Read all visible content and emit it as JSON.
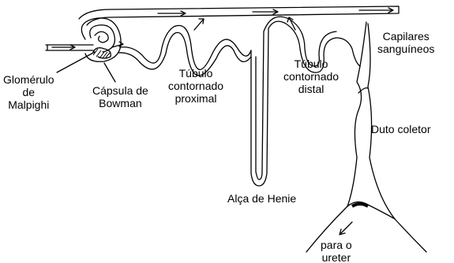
{
  "diagram": {
    "labels": {
      "capilares": [
        "Capilares",
        "sanguíneos"
      ],
      "glomerulo": [
        "Glomérulo",
        "de",
        "Malpighi"
      ],
      "capsula": [
        "Cápsula de",
        "Bowman"
      ],
      "tubulo_proximal": [
        "Túbulo",
        "contornado",
        "proximal"
      ],
      "tubulo_distal": [
        "Túbulo",
        "contornado",
        "distal"
      ],
      "duto_coletor": "Duto coletor",
      "alca_henle": "Alça de Henie",
      "para_ureter": [
        "para o",
        "ureter"
      ]
    },
    "colors": {
      "stroke": "#000000",
      "fill": "#ffffff",
      "capsule_hatch": "#000000"
    }
  }
}
